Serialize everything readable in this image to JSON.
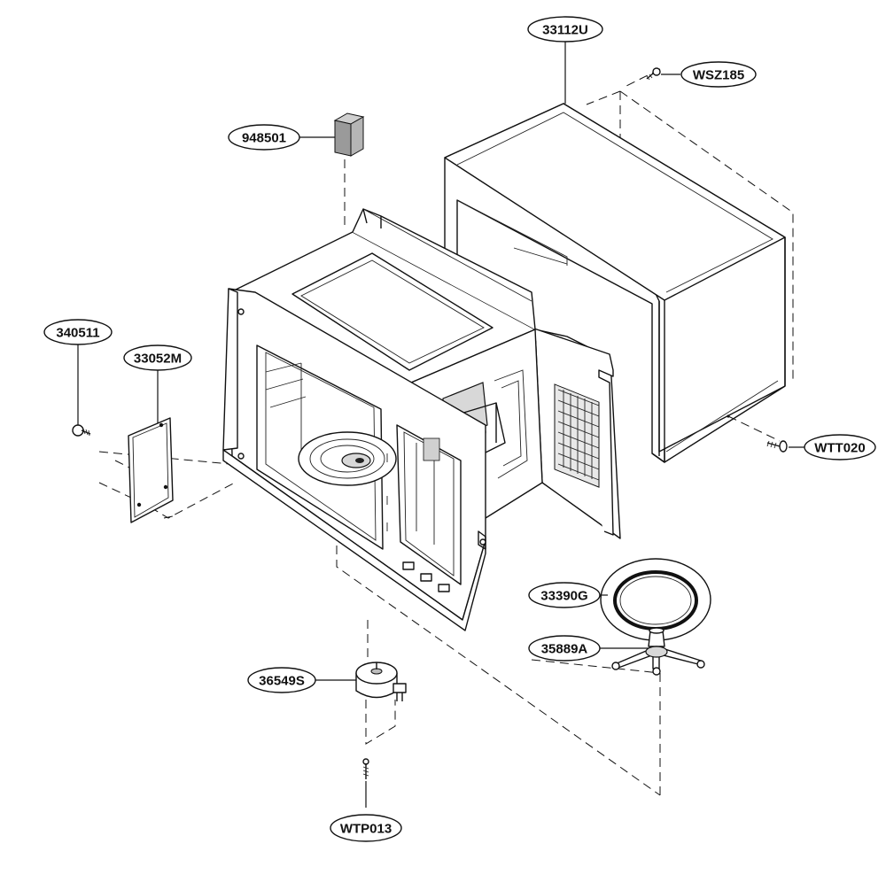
{
  "diagram": {
    "parts": [
      {
        "key": "outer_case",
        "label": "33112U"
      },
      {
        "key": "case_screw",
        "label": "WSZ185"
      },
      {
        "key": "insulation_pad",
        "label": "948501"
      },
      {
        "key": "side_screw",
        "label": "340511"
      },
      {
        "key": "side_plate",
        "label": "33052M"
      },
      {
        "key": "back_screw",
        "label": "WTT020"
      },
      {
        "key": "glass_tray",
        "label": "33390G"
      },
      {
        "key": "roller_guide",
        "label": "35889A"
      },
      {
        "key": "turntable_motor",
        "label": "36549S"
      },
      {
        "key": "motor_screw",
        "label": "WTP013"
      }
    ]
  }
}
